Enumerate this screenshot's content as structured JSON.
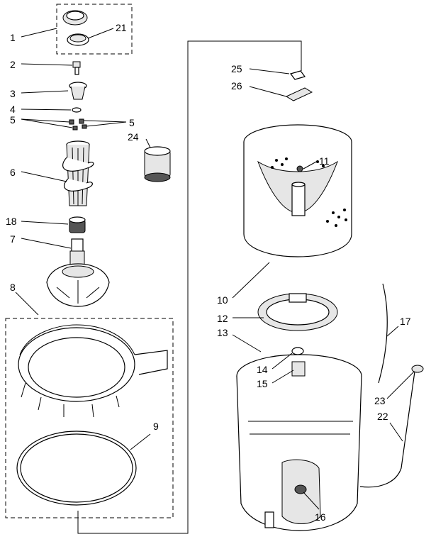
{
  "callouts": {
    "c1": "1",
    "c2": "2",
    "c3": "3",
    "c4": "4",
    "c5a": "5",
    "c5b": "5",
    "c6": "6",
    "c7": "7",
    "c8": "8",
    "c9": "9",
    "c10": "10",
    "c11": "11",
    "c12": "12",
    "c13": "13",
    "c14": "14",
    "c15": "15",
    "c16": "16",
    "c17": "17",
    "c18": "18",
    "c21": "21",
    "c22": "22",
    "c23": "23",
    "c24": "24",
    "c25": "25",
    "c26": "26"
  }
}
